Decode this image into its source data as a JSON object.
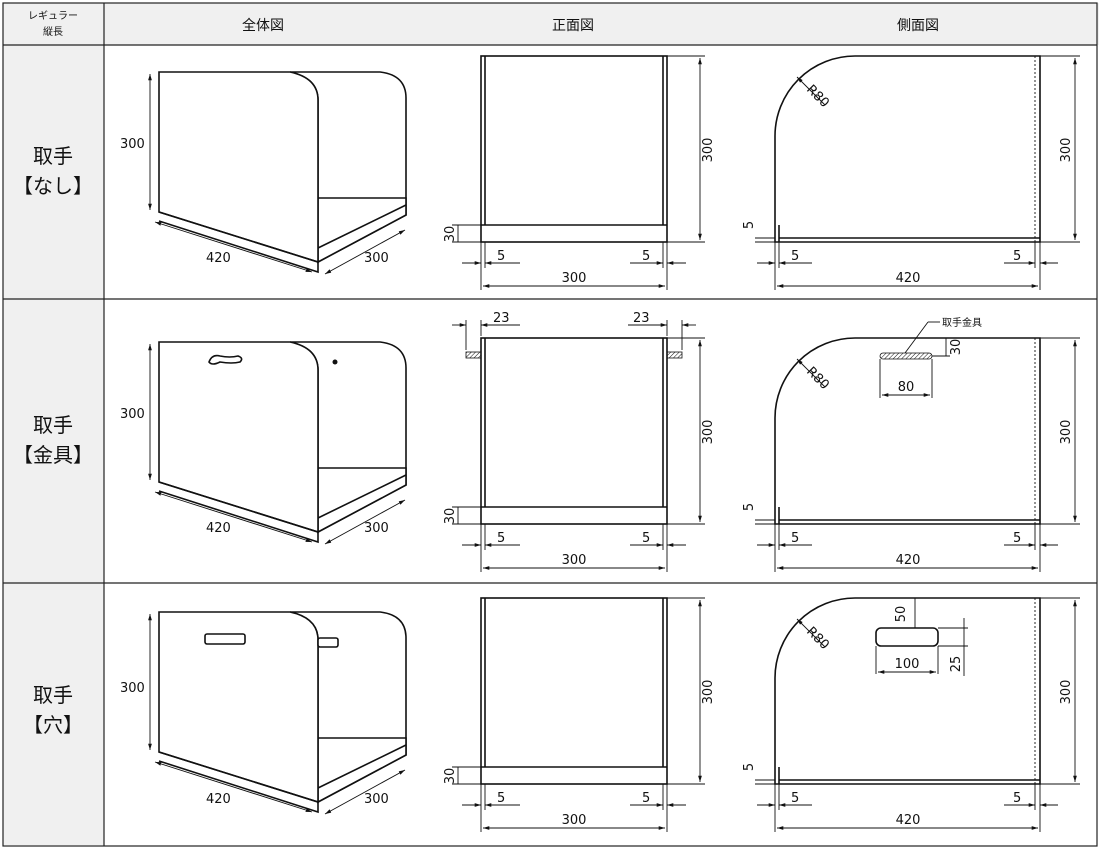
{
  "header": {
    "corner_line1": "レギュラー",
    "corner_line2": "縦長",
    "col_overall": "全体図",
    "col_front": "正面図",
    "col_side": "側面図"
  },
  "rows": [
    {
      "label_line1": "取手",
      "label_line2": "【なし】",
      "overall": {
        "height": "300",
        "length": "420",
        "depth": "300"
      },
      "front": {
        "height": "300",
        "floor": "30",
        "left": "5",
        "right": "5",
        "width": "300"
      },
      "side": {
        "radius": "R80",
        "height": "300",
        "floor": "5",
        "left": "5",
        "right": "5",
        "length": "420"
      }
    },
    {
      "label_line1": "取手",
      "label_line2": "【金具】",
      "overall": {
        "height": "300",
        "length": "420",
        "depth": "300"
      },
      "front": {
        "height": "300",
        "floor": "30",
        "left": "5",
        "right": "5",
        "width": "300",
        "handle_left": "23",
        "handle_right": "23"
      },
      "side": {
        "radius": "R80",
        "height": "300",
        "floor": "5",
        "left": "5",
        "right": "5",
        "length": "420",
        "handle_label": "取手金具",
        "handle_width": "80",
        "handle_offset": "30"
      }
    },
    {
      "label_line1": "取手",
      "label_line2": "【穴】",
      "overall": {
        "height": "300",
        "length": "420",
        "depth": "300"
      },
      "front": {
        "height": "300",
        "floor": "30",
        "left": "5",
        "right": "5",
        "width": "300"
      },
      "side": {
        "radius": "R80",
        "height": "300",
        "floor": "5",
        "left": "5",
        "right": "5",
        "length": "420",
        "hole_top": "50",
        "hole_width": "100",
        "hole_height": "25"
      }
    }
  ]
}
